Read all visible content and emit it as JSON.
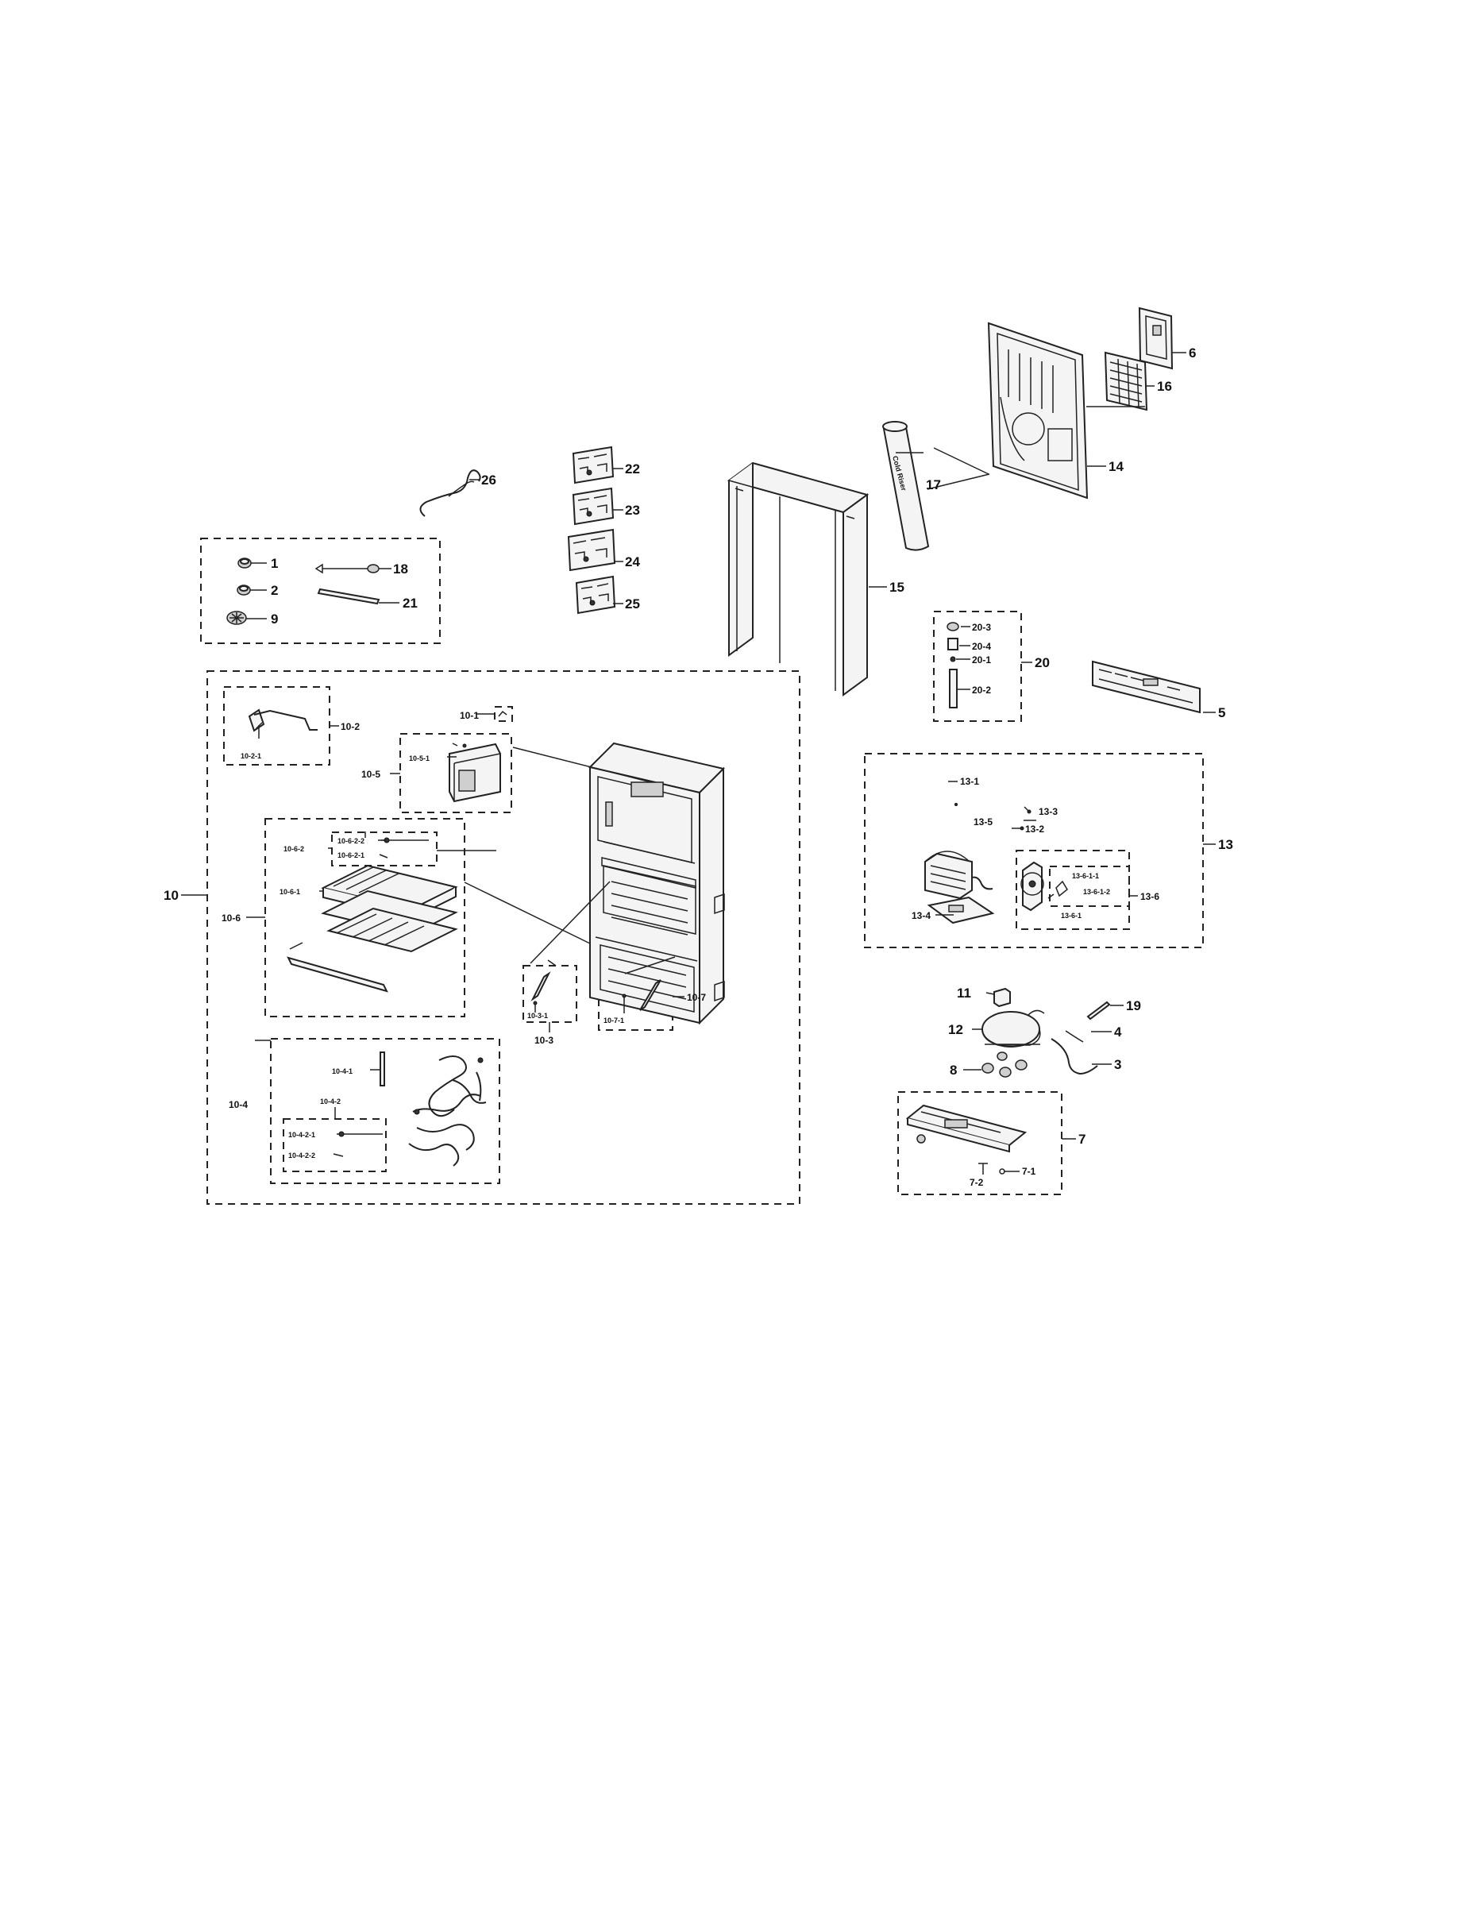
{
  "diagram": {
    "title": "",
    "callouts": {
      "c1": "1",
      "c2": "2",
      "c3": "3",
      "c4": "4",
      "c5": "5",
      "c6": "6",
      "c7": "7",
      "c7_1": "7-1",
      "c7_2": "7-2",
      "c8": "8",
      "c9": "9",
      "c10": "10",
      "c10_1": "10-1",
      "c10_2": "10-2",
      "c10_2_1": "10-2-1",
      "c10_3": "10-3",
      "c10_3_1": "10-3-1",
      "c10_4": "10-4",
      "c10_4_1": "10-4-1",
      "c10_4_2": "10-4-2",
      "c10_4_2_1": "10-4-2-1",
      "c10_4_2_2": "10-4-2-2",
      "c10_5": "10-5",
      "c10_5_1": "10-5-1",
      "c10_6": "10-6",
      "c10_6_1": "10-6-1",
      "c10_6_2": "10-6-2",
      "c10_6_2_1": "10-6-2-1",
      "c10_6_2_2": "10-6-2-2",
      "c10_7": "10-7",
      "c10_7_1": "10-7-1",
      "c11": "11",
      "c12": "12",
      "c13": "13",
      "c13_1": "13-1",
      "c13_2": "13-2",
      "c13_3": "13-3",
      "c13_4": "13-4",
      "c13_5": "13-5",
      "c13_6": "13-6",
      "c13_6_1": "13-6-1",
      "c13_6_1_1": "13-6-1-1",
      "c13_6_1_2": "13-6-1-2",
      "c14": "14",
      "c15": "15",
      "c16": "16",
      "c17": "17",
      "c18": "18",
      "c19": "19",
      "c20": "20",
      "c20_1": "20-1",
      "c20_2": "20-2",
      "c20_3": "20-3",
      "c20_4": "20-4",
      "c21": "21",
      "c22": "22",
      "c23": "23",
      "c24": "24",
      "c25": "25",
      "c26": "26"
    },
    "duct_label": "Cold Riser"
  }
}
